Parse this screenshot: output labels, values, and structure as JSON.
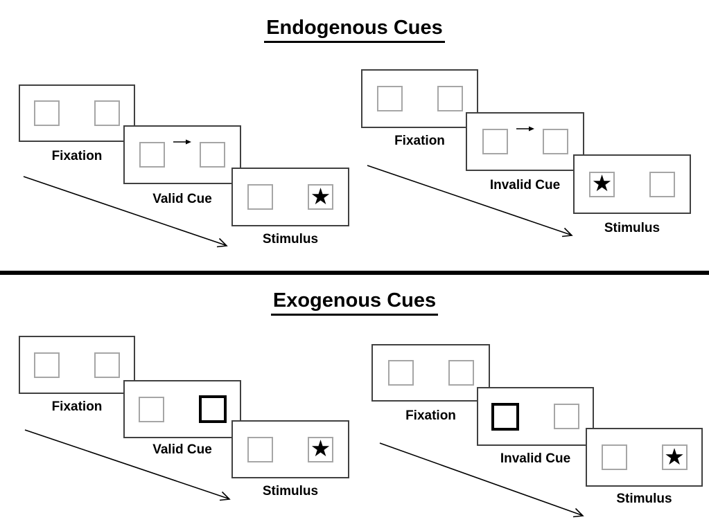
{
  "page": {
    "background": "#ffffff"
  },
  "colors": {
    "panel_border": "#404040",
    "box_border": "#a6a6a6",
    "cue_highlight_border": "#000000",
    "text": "#000000",
    "divider": "#000000"
  },
  "icons": {
    "star": "★",
    "fixation_cross": "+",
    "cue_arrow_direction": "right",
    "timeline_arrow": "diagonal-down-right"
  },
  "sections": [
    {
      "title": "Endogenous Cues",
      "sequences": [
        {
          "name": "valid-trial",
          "panels": [
            {
              "label": "Fixation",
              "type": "fixation"
            },
            {
              "label": "Valid Cue",
              "type": "endogenous-cue",
              "cue_arrow_direction": "right"
            },
            {
              "label": "Stimulus",
              "type": "stimulus",
              "star_position": "right"
            }
          ]
        },
        {
          "name": "invalid-trial",
          "panels": [
            {
              "label": "Fixation",
              "type": "fixation"
            },
            {
              "label": "Invalid Cue",
              "type": "endogenous-cue",
              "cue_arrow_direction": "right"
            },
            {
              "label": "Stimulus",
              "type": "stimulus",
              "star_position": "left"
            }
          ]
        }
      ]
    },
    {
      "title": "Exogenous Cues",
      "sequences": [
        {
          "name": "valid-trial",
          "panels": [
            {
              "label": "Fixation",
              "type": "fixation"
            },
            {
              "label": "Valid Cue",
              "type": "exogenous-cue",
              "highlighted_box": "right"
            },
            {
              "label": "Stimulus",
              "type": "stimulus",
              "star_position": "right"
            }
          ]
        },
        {
          "name": "invalid-trial",
          "panels": [
            {
              "label": "Fixation",
              "type": "fixation"
            },
            {
              "label": "Invalid Cue",
              "type": "exogenous-cue",
              "highlighted_box": "left"
            },
            {
              "label": "Stimulus",
              "type": "stimulus",
              "star_position": "right"
            }
          ]
        }
      ]
    }
  ]
}
